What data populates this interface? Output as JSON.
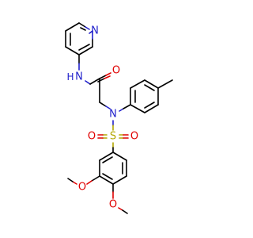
{
  "molecule": {
    "atoms": {
      "pyridine_n": "N",
      "amide_nh_n": "N",
      "amide_nh_h": "H",
      "carbonyl_o": "O",
      "sulfonamide_n": "N",
      "sulfonyl_s": "S",
      "sulfonyl_o_left": "O",
      "sulfonyl_o_right": "O",
      "methoxy_o_upper": "O",
      "methoxy_o_lower": "O"
    },
    "colors": {
      "carbon_bond": "#000000",
      "nitrogen": "#2222cc",
      "oxygen": "#e00000",
      "sulfur": "#b3a600"
    }
  }
}
